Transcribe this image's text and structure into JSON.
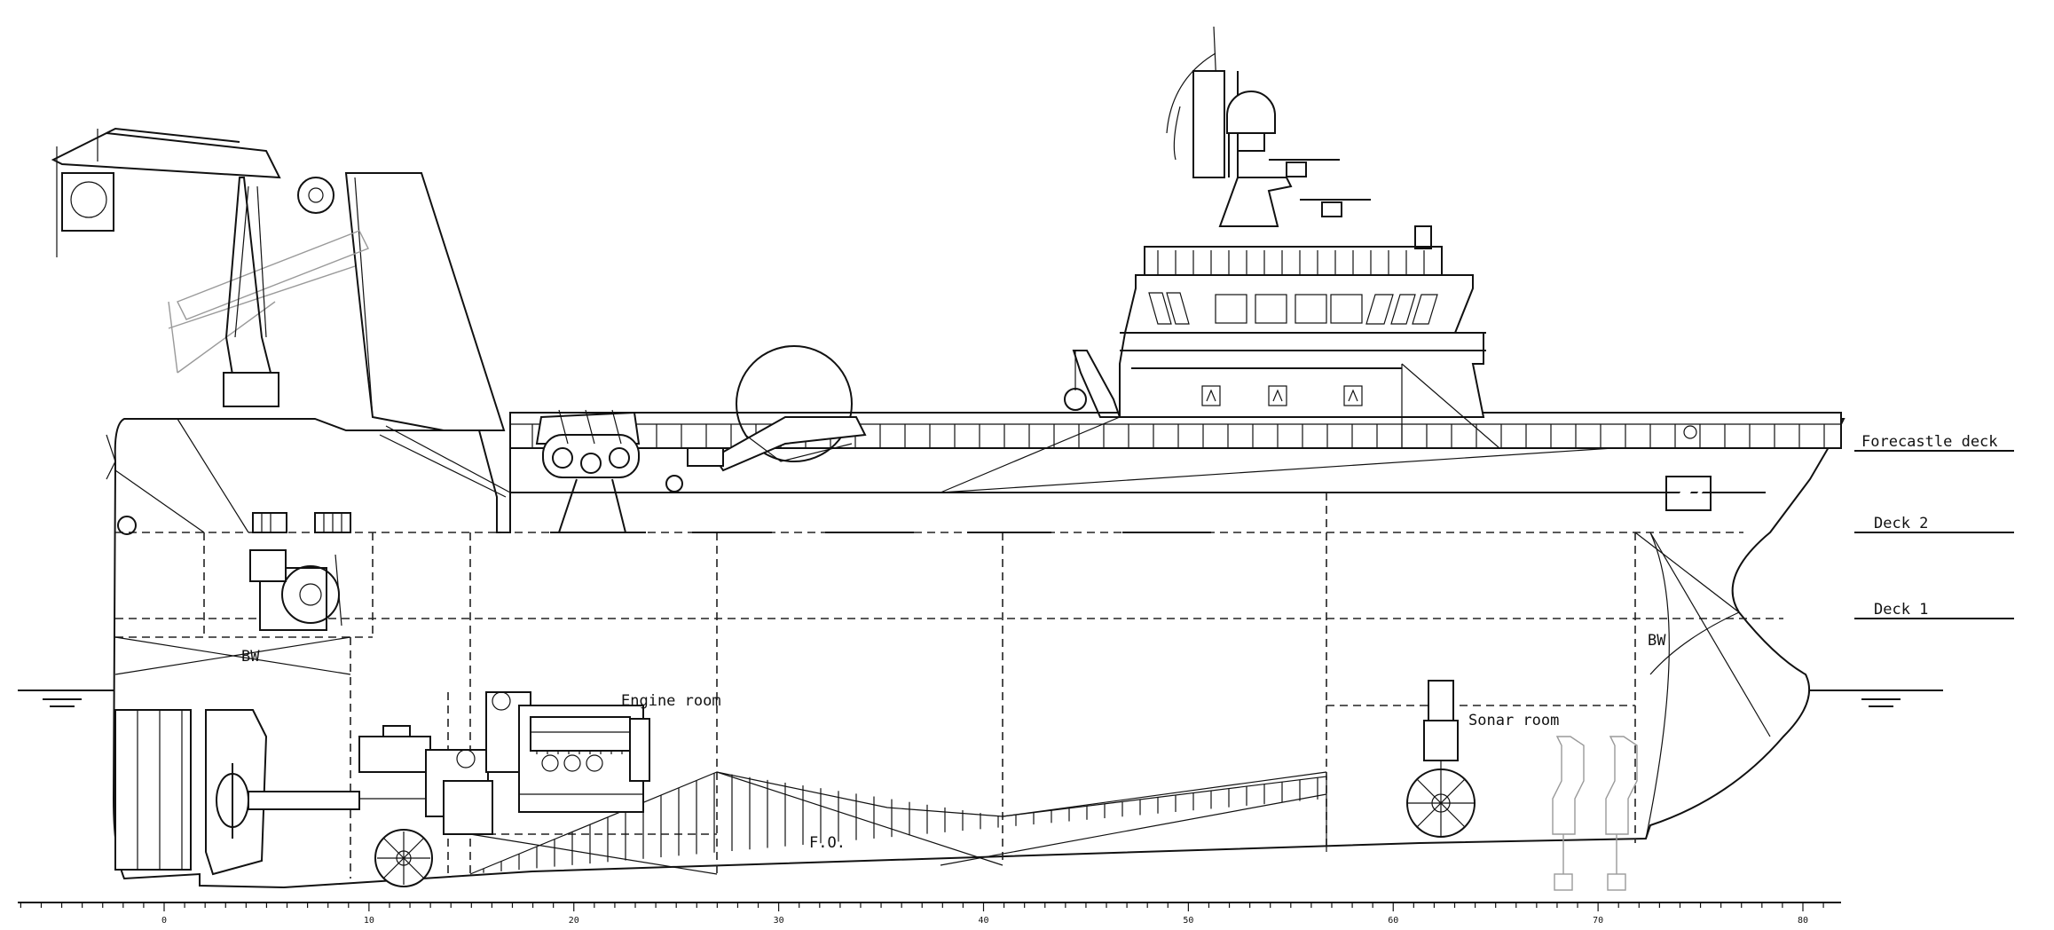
{
  "deck_labels": {
    "forecastle_deck": "Forecastle deck",
    "deck_2": "Deck 2",
    "deck_1": "Deck 1"
  },
  "compartments": {
    "engine_room": "Engine room",
    "sonar_room": "Sonar room",
    "fuel_oil": "F.O.",
    "ballast_water_aft": "BW",
    "ballast_water_fwd": "BW"
  },
  "frame_scale": {
    "labels": [
      "0",
      "10",
      "20",
      "30",
      "40",
      "50",
      "60",
      "70",
      "80"
    ]
  },
  "colors": {
    "line": "#111111",
    "ghost_line": "#9a9a9a",
    "background": "#ffffff"
  }
}
